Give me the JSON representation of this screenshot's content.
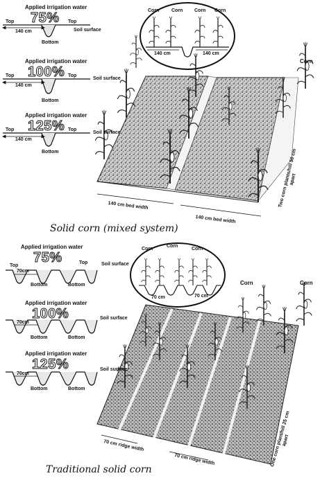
{
  "top_panel": {
    "applied_label": "Applied irrigation water",
    "levels": [
      "75%",
      "100%",
      "125%"
    ],
    "top_label": "Top",
    "bottom_label": "Bottom",
    "soil_surface": "Soil surface",
    "width_label": "140 cm",
    "inset_corn": "Corn",
    "inset_width": "140 cm",
    "corn_label": "Corn",
    "bed_width": "140 cm bed width",
    "plant_spacing": "Two corn plants/hill 50 cm apart",
    "caption": "Solid corn (mixed system)"
  },
  "bottom_panel": {
    "applied_label": "Applied irrigation water",
    "levels": [
      "75%",
      "100%",
      "125%"
    ],
    "top_label": "Top",
    "bottom_label": "Bottom",
    "soil_surface": "Soil surface",
    "width_label": "70cm",
    "inset_corn": "Corn",
    "inset_width": "70 cm",
    "corn_label": "Corn",
    "ridge_width": "70 cm ridge width",
    "plant_spacing": "One corn plant/hill 25 cm apart",
    "caption": "Traditional solid corn"
  }
}
